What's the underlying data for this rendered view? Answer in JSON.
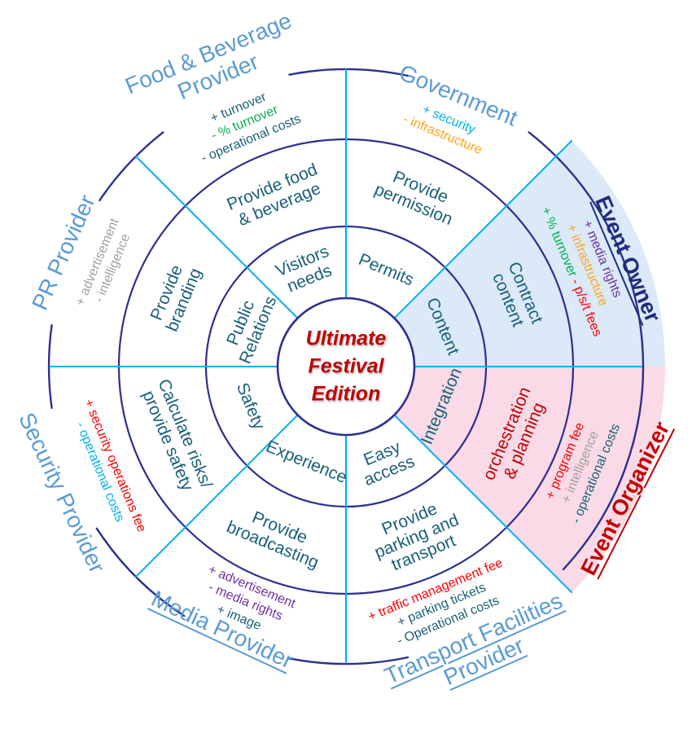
{
  "palette": {
    "navy": "#2d2f8e",
    "cyan": "#00aeef",
    "teal": "#19607a",
    "lightblue": "#5b9bd5",
    "darkred": "#c00000",
    "red": "#ff0000",
    "green": "#00b050",
    "orange": "#ffa41c",
    "purple": "#7030a0",
    "gray": "#a0a0a0",
    "cyantext": "#00b0f0",
    "bluefill": "#dbe9f8",
    "pinkfill": "#f9dae6",
    "ownernavy": "#232a7e"
  },
  "center": {
    "line1": "Ultimate",
    "line2": "Festival",
    "line3": "Edition"
  },
  "sectors": [
    {
      "id": "food-beverage",
      "label": [
        "Food & Beverage",
        "Provider"
      ],
      "inner": [
        "Visitors",
        "needs"
      ],
      "middle": [
        "Provide food",
        "& beverage"
      ],
      "benefits": [
        {
          "text": "+ turnover",
          "color": "teal"
        },
        {
          "text": "- % turnover",
          "color": "green"
        },
        {
          "text": "- operational costs",
          "color": "teal"
        }
      ]
    },
    {
      "id": "government",
      "label": [
        "Government"
      ],
      "inner": [
        "Permits"
      ],
      "middle": [
        "Provide",
        "permission"
      ],
      "benefits": [
        {
          "text": "+ security",
          "color": "cyantext"
        },
        {
          "text": "- infrastructure",
          "color": "orange"
        }
      ]
    },
    {
      "id": "event-owner",
      "label": [
        "Event Owner"
      ],
      "inner": [
        "Content"
      ],
      "middle": [
        "Contract",
        "content"
      ],
      "benefits": [
        {
          "text": "+ media rights",
          "color": "purple"
        },
        {
          "text": "+ infrastructure",
          "color": "orange"
        },
        {
          "text": "+ % turnover",
          "color": "green",
          "text2": " - p/s/t fees",
          "color2": "red"
        }
      ]
    },
    {
      "id": "event-organizer",
      "label": [
        "Event Organizer"
      ],
      "inner": [
        "Integration"
      ],
      "middle": [
        "orchestration",
        "& planning"
      ],
      "benefits": [
        {
          "text": "+ program fee",
          "color": "red"
        },
        {
          "text": "+ intelligence",
          "color": "gray"
        },
        {
          "text": "- operational costs",
          "color": "teal"
        }
      ]
    },
    {
      "id": "transport",
      "label": [
        "Transport Facilities",
        "Provider"
      ],
      "inner": [
        "Easy",
        "access"
      ],
      "middle": [
        "Provide",
        "parking and",
        "transport"
      ],
      "benefits": [
        {
          "text": "+ traffic management fee",
          "color": "red"
        },
        {
          "text": "+ parking tickets",
          "color": "teal"
        },
        {
          "text": "- Operational costs",
          "color": "teal"
        }
      ]
    },
    {
      "id": "media",
      "label": [
        "Media Provider"
      ],
      "inner": [
        "Experience"
      ],
      "middle": [
        "Provide",
        "broadcasting"
      ],
      "benefits": [
        {
          "text": "+ advertisement",
          "color": "purple"
        },
        {
          "text": "- media rights",
          "color": "purple"
        },
        {
          "text": "+ image",
          "color": "teal"
        }
      ]
    },
    {
      "id": "security",
      "label": [
        "Security Provider"
      ],
      "inner": [
        "Safety"
      ],
      "middle": [
        "Calculate risks/",
        "provide safety"
      ],
      "benefits": [
        {
          "text": "+ security operations fee",
          "color": "red"
        },
        {
          "text": "- operational costs",
          "color": "cyantext"
        }
      ]
    },
    {
      "id": "pr",
      "label": [
        "PR Provider"
      ],
      "inner": [
        "Public",
        "Relations"
      ],
      "middle": [
        "Provide",
        "branding"
      ],
      "benefits": [
        {
          "text": "+ advertisement",
          "color": "gray"
        },
        {
          "text": "- intelligence",
          "color": "gray"
        }
      ]
    }
  ]
}
